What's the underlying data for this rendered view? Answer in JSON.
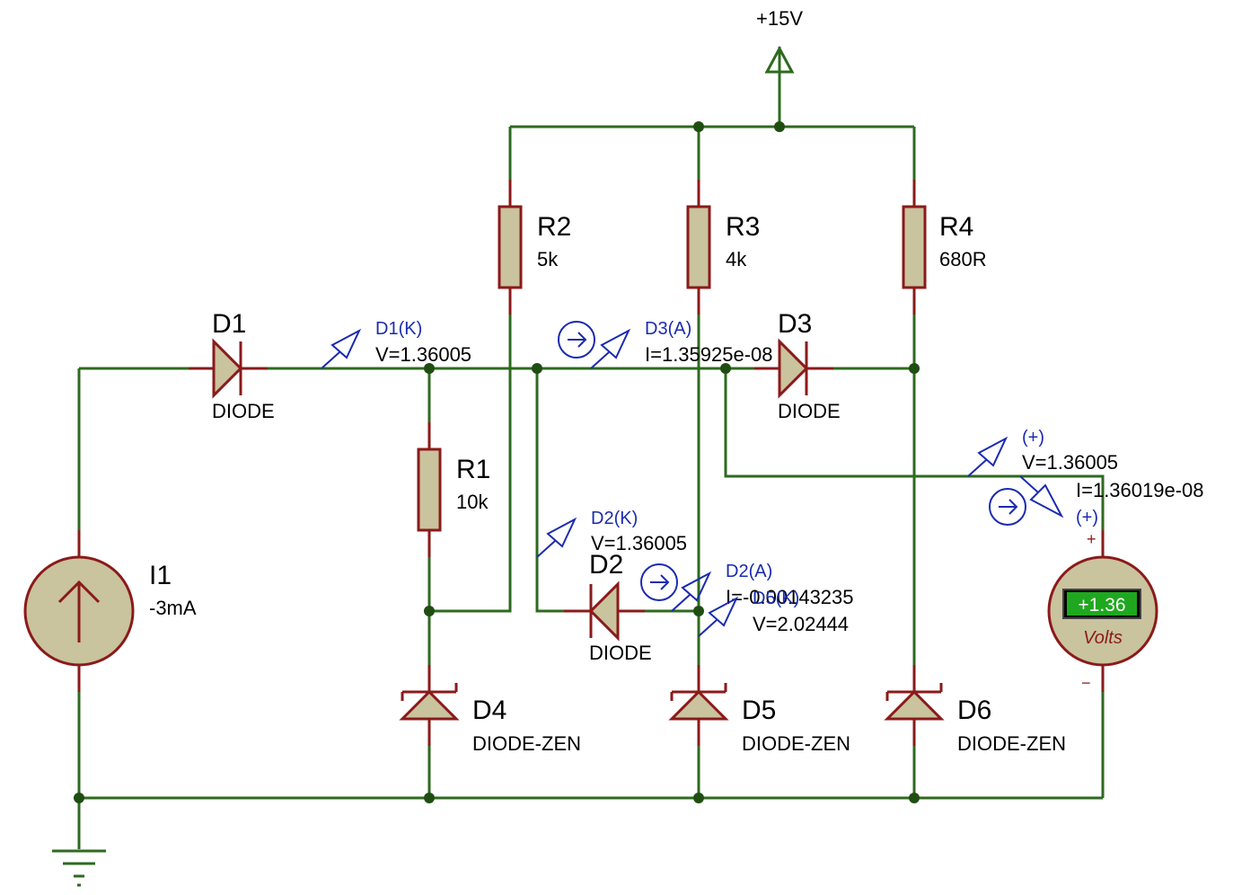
{
  "supply": {
    "label": "+15V"
  },
  "components": {
    "R1": {
      "ref": "R1",
      "value": "10k"
    },
    "R2": {
      "ref": "R2",
      "value": "5k"
    },
    "R3": {
      "ref": "R3",
      "value": "4k"
    },
    "R4": {
      "ref": "R4",
      "value": "680R"
    },
    "D1": {
      "ref": "D1",
      "value": "DIODE"
    },
    "D2": {
      "ref": "D2",
      "value": "DIODE"
    },
    "D3": {
      "ref": "D3",
      "value": "DIODE"
    },
    "D4": {
      "ref": "D4",
      "value": "DIODE-ZEN"
    },
    "D5": {
      "ref": "D5",
      "value": "DIODE-ZEN"
    },
    "D6": {
      "ref": "D6",
      "value": "DIODE-ZEN"
    },
    "I1": {
      "ref": "I1",
      "value": "-3mA"
    }
  },
  "probes": {
    "d1k": {
      "name": "D1(K)",
      "reading": "V=1.36005"
    },
    "d3a": {
      "name": "D3(A)",
      "reading": "I=1.35925e-08"
    },
    "d2k": {
      "name": "D2(K)",
      "reading": "V=1.36005"
    },
    "d2a": {
      "name": "D2(A)",
      "reading": "I=-0.00143235"
    },
    "d5k": {
      "name": "D5(K)",
      "reading": "V=2.02444"
    },
    "vplus": {
      "name": "(+)",
      "reading": "V=1.36005"
    },
    "iplus": {
      "name": "(+)",
      "reading": "I=1.36019e-08"
    }
  },
  "voltmeter": {
    "display": "+1.36",
    "unit": "Volts",
    "plus": "+",
    "minus": "−"
  },
  "colors": {
    "wire": "#2d6a1e",
    "component": "#8b1a1a",
    "fill": "#c9c39e",
    "probe": "#1a2bb0",
    "lcd": "#1fa81f"
  }
}
